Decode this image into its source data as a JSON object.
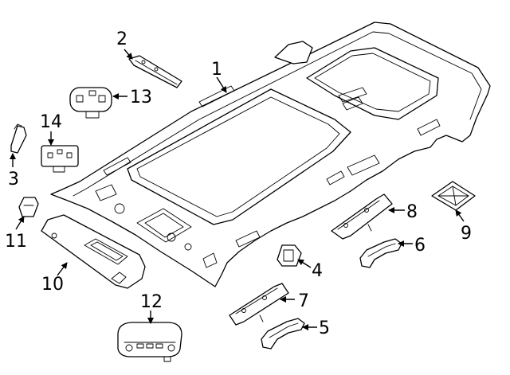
{
  "diagram": {
    "background": "#ffffff",
    "line_color": "#000000",
    "callouts": {
      "c1": "1",
      "c2": "2",
      "c3": "3",
      "c4": "4",
      "c5": "5",
      "c6": "6",
      "c7": "7",
      "c8": "8",
      "c9": "9",
      "c10": "10",
      "c11": "11",
      "c12": "12",
      "c13": "13",
      "c14": "14"
    }
  }
}
